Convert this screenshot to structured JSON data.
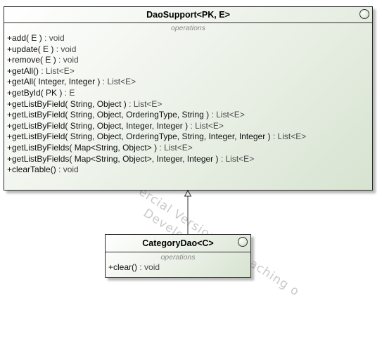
{
  "classes": {
    "dao_support": {
      "name": "DaoSupport<PK, E>",
      "section_label": "operations",
      "operations": [
        {
          "sig": "+add( E )",
          "ret": " : void"
        },
        {
          "sig": "+update( E )",
          "ret": " : void"
        },
        {
          "sig": "+remove( E )",
          "ret": " : void"
        },
        {
          "sig": "+getAll()",
          "ret": " : List<E>"
        },
        {
          "sig": "+getAll( Integer, Integer )",
          "ret": " : List<E>"
        },
        {
          "sig": "+getById( PK )",
          "ret": " : E"
        },
        {
          "sig": "+getListByField( String, Object )",
          "ret": " : List<E>"
        },
        {
          "sig": "+getListByField( String, Object, OrderingType, String )",
          "ret": " : List<E>"
        },
        {
          "sig": "+getListByField( String, Object, Integer, Integer )",
          "ret": " : List<E>"
        },
        {
          "sig": "+getListByField( String, Object, OrderingType, String, Integer, Integer )",
          "ret": " : List<E>"
        },
        {
          "sig": "+getListByFields( Map<String, Object> )",
          "ret": " : List<E>"
        },
        {
          "sig": "+getListByFields( Map<String, Object>, Integer, Integer )",
          "ret": " : List<E>"
        },
        {
          "sig": "+clearTable()",
          "ret": " : void"
        }
      ]
    },
    "category_dao": {
      "name": "CategoryDao<C>",
      "section_label": "operations",
      "operations": [
        {
          "sig": "+clear()",
          "ret": " : void"
        }
      ]
    }
  },
  "relationship": {
    "type": "generalization"
  },
  "watermark": {
    "line1": "ercial Version for Teaching o",
    "line2": "Development is s",
    "side": "C"
  },
  "colors": {
    "class_fill_start": "#ffffff",
    "class_fill_end": "#d7e3d1",
    "border": "#2b2b2b",
    "section_label": "#8a8a8a",
    "watermark": "#c9c9c9"
  },
  "icons": {
    "class_stereotype": "circle-icon",
    "generalization_arrow": "hollow-triangle-arrow-icon"
  }
}
